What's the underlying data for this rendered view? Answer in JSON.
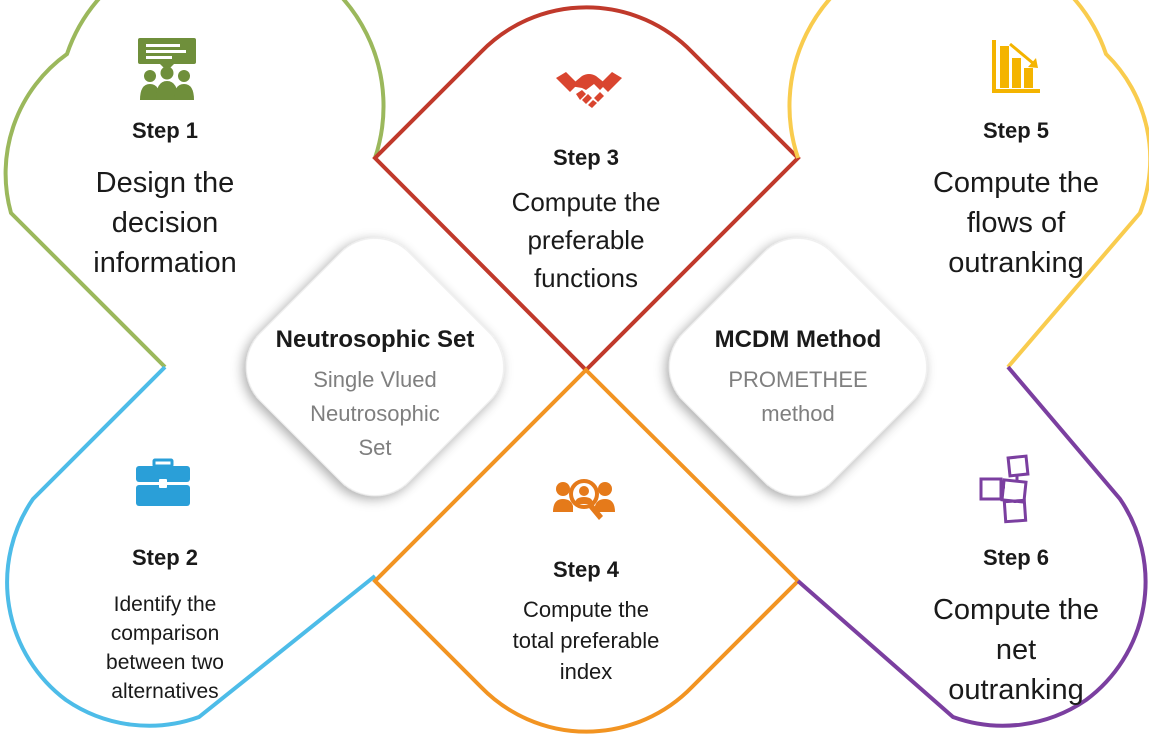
{
  "colors": {
    "step1": "#9bb85c",
    "step2": "#4dbce8",
    "step3": "#c0392b",
    "step4": "#f29422",
    "step5": "#f9cc4e",
    "step6": "#7b3fa0",
    "icon1": "#6f8f3b",
    "icon2": "#2a9fd8",
    "icon3": "#d9452f",
    "icon4": "#e57a1a",
    "icon5": "#f4b400",
    "icon6": "#7b3fa0"
  },
  "steps": [
    {
      "title": "Step 1",
      "lines": [
        "Design the",
        "decision",
        "information"
      ],
      "icon": "meeting-presentation-icon"
    },
    {
      "title": "Step 2",
      "lines": [
        "Identify the",
        "comparison",
        "between two",
        "alternatives"
      ],
      "icon": "briefcase-icon"
    },
    {
      "title": "Step 3",
      "lines": [
        "Compute the",
        "preferable",
        "functions"
      ],
      "icon": "handshake-icon"
    },
    {
      "title": "Step 4",
      "lines": [
        "Compute the",
        "total preferable",
        "index"
      ],
      "icon": "people-search-icon"
    },
    {
      "title": "Step 5",
      "lines": [
        "Compute the",
        "flows of",
        "outranking"
      ],
      "icon": "bar-chart-decrease-icon"
    },
    {
      "title": "Step 6",
      "lines": [
        "Compute the",
        "net",
        "outranking"
      ],
      "icon": "sticky-notes-icon"
    }
  ],
  "centers": [
    {
      "title": "Neutrosophic Set",
      "lines": [
        "Single Vlued",
        "Neutrosophic",
        "Set"
      ]
    },
    {
      "title": "MCDM Method",
      "lines": [
        "PROMETHEE",
        "method"
      ]
    }
  ]
}
